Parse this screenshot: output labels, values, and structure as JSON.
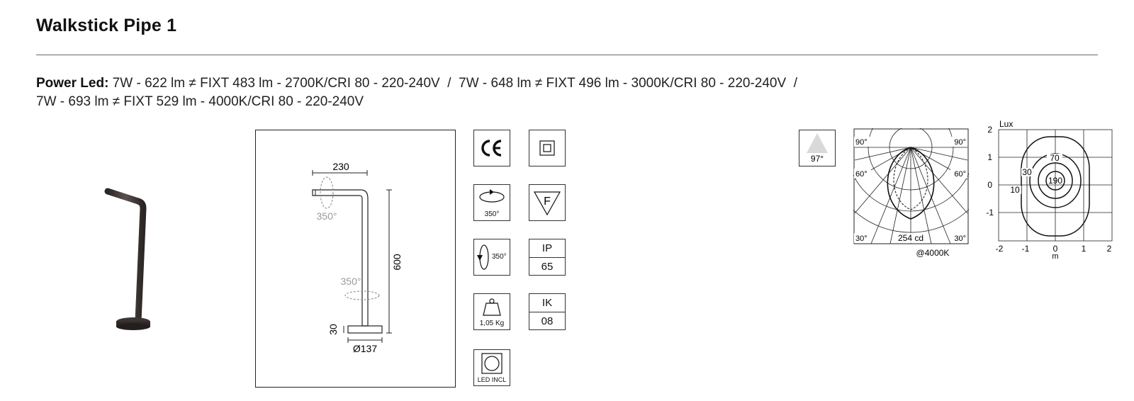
{
  "product": {
    "title": "Walkstick Pipe 1"
  },
  "specs": {
    "label": "Power Led:",
    "line1": " 7W - 622 lm ≠ FIXT 483 lm - 2700K/CRI 80 - 220-240V  /  7W - 648 lm ≠ FIXT 496 lm - 3000K/CRI 80 - 220-240V  /",
    "line2": "7W - 693 lm ≠ FIXT 529 lm - 4000K/CRI 80 - 220-240V"
  },
  "drawing": {
    "width": "230",
    "height": "600",
    "base_height": "30",
    "base_diameter": "Ø137",
    "rotation_top": "350°",
    "rotation_bottom": "350°"
  },
  "icons": {
    "ce": "CE",
    "rotation_horizontal": "350°",
    "rotation_vertical": "350°",
    "weight": "1,05 Kg",
    "led": "LED INCL",
    "f_mark": "F",
    "ip_label": "IP",
    "ip_value": "65",
    "ik_label": "IK",
    "ik_value": "08"
  },
  "beam": {
    "angle": "97°"
  },
  "polar": {
    "tl": "90°",
    "tr": "90°",
    "ml": "60°",
    "mr": "60°",
    "bl": "30°",
    "br": "30°",
    "center": "254 cd",
    "caption": "@4000K"
  },
  "lux": {
    "title": "Lux",
    "unit": "m",
    "y_ticks": [
      "2",
      "1",
      "0",
      "-1"
    ],
    "x_ticks": [
      "-2",
      "-1",
      "0",
      "1",
      "2"
    ],
    "contours": [
      "70",
      "190",
      "30",
      "10"
    ]
  },
  "colors": {
    "fixture": "#3b3433",
    "line": "#222222",
    "dim_gray": "#9a9a9a"
  }
}
